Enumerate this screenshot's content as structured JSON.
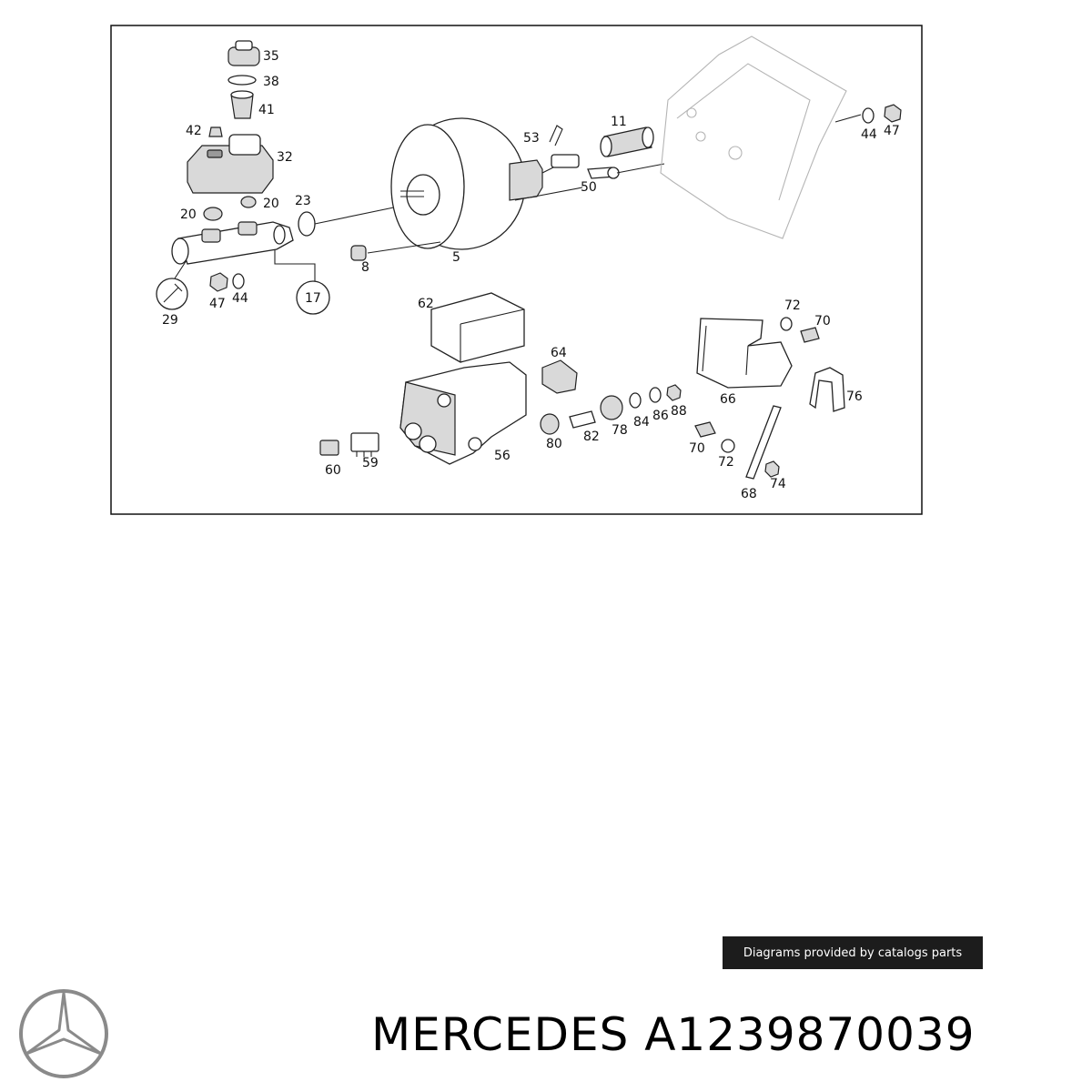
{
  "callouts": {
    "c35": "35",
    "c38": "38",
    "c41": "41",
    "c42": "42",
    "c32": "32",
    "c20a": "20",
    "c20b": "20",
    "c23": "23",
    "c29": "29",
    "c47a": "47",
    "c44a": "44",
    "c17": "17",
    "c8": "8",
    "c5": "5",
    "c53": "53",
    "c11": "11",
    "c50": "50",
    "c44b": "44",
    "c47b": "47",
    "c62": "62",
    "c64": "64",
    "c56": "56",
    "c60": "60",
    "c59": "59",
    "c80": "80",
    "c82": "82",
    "c78": "78",
    "c84": "84",
    "c86": "86",
    "c88": "88",
    "c72a": "72",
    "c70a": "70",
    "c66": "66",
    "c76": "76",
    "c70b": "70",
    "c72b": "72",
    "c68": "68",
    "c74": "74"
  },
  "credit": "Diagrams provided by catalogs parts",
  "title": "MERCEDES A1239870039",
  "logo": {
    "icon": "mercedes-star-icon",
    "color": "#8a8a8a"
  },
  "colors": {
    "frame": "#111111",
    "credit_bg": "#1c1c1c",
    "credit_text": "#ffffff"
  }
}
